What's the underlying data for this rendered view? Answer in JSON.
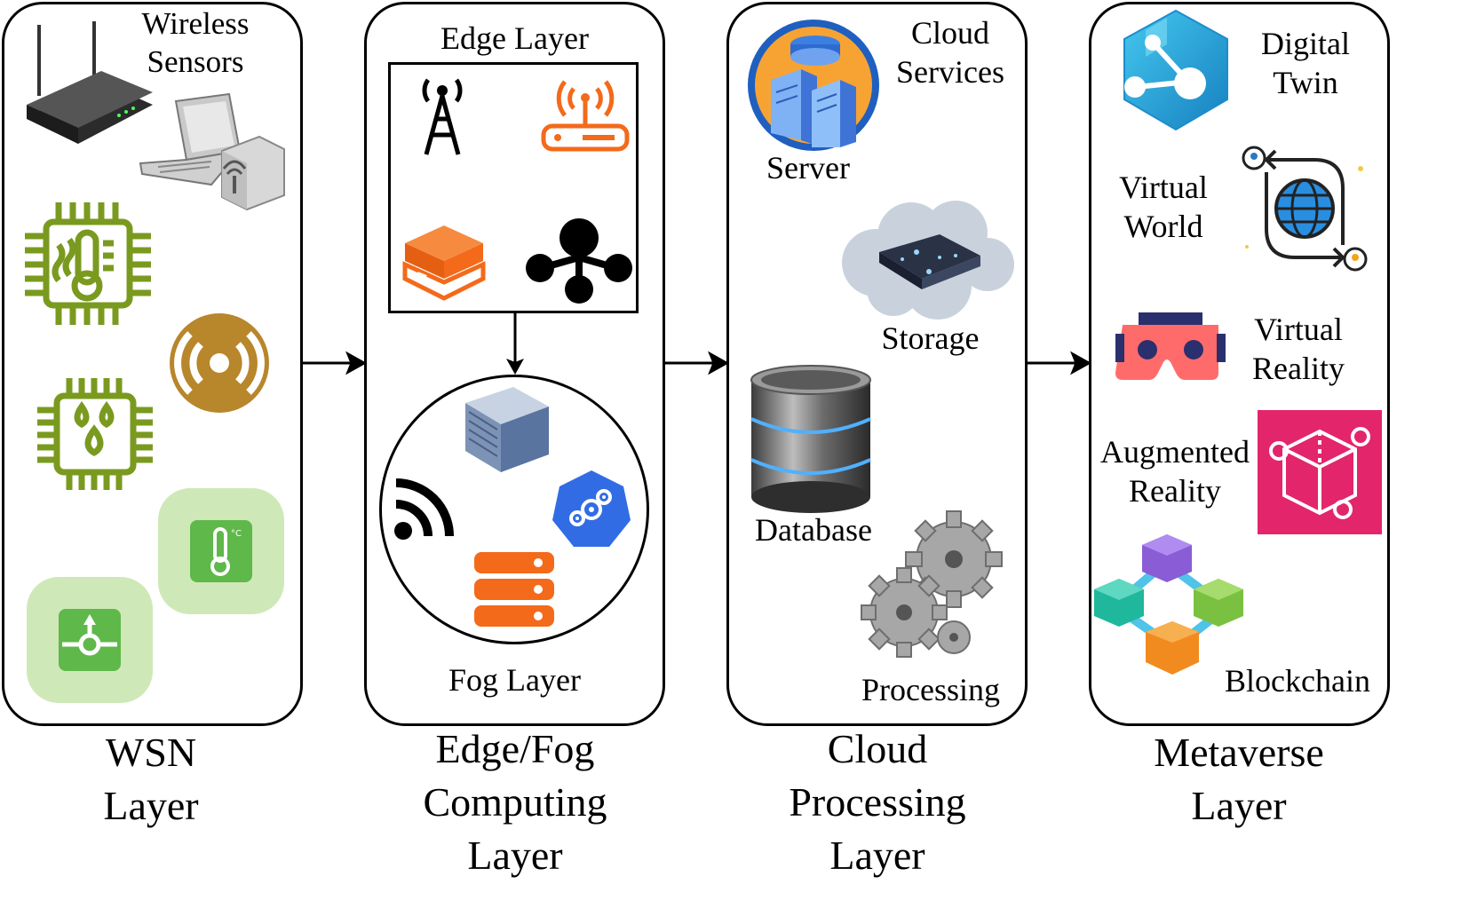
{
  "columns": {
    "wsn": {
      "wireless_sensors_line1": "Wireless",
      "wireless_sensors_line2": "Sensors",
      "caption_line1": "WSN",
      "caption_line2": "Layer"
    },
    "edge_fog": {
      "edge_layer": "Edge Layer",
      "fog_layer": "Fog Layer",
      "caption_line1": "Edge/Fog",
      "caption_line2": "Computing",
      "caption_line3": "Layer"
    },
    "cloud": {
      "cloud_services_line1": "Cloud",
      "cloud_services_line2": "Services",
      "server": "Server",
      "storage": "Storage",
      "database": "Database",
      "processing": "Processing",
      "caption_line1": "Cloud",
      "caption_line2": "Processing",
      "caption_line3": "Layer"
    },
    "metaverse": {
      "digital_twin_line1": "Digital",
      "digital_twin_line2": "Twin",
      "virtual_world_line1": "Virtual",
      "virtual_world_line2": "World",
      "virtual_reality_line1": "Virtual",
      "virtual_reality_line2": "Reality",
      "augmented_reality_line1": "Augmented",
      "augmented_reality_line2": "Reality",
      "blockchain": "Blockchain",
      "caption_line1": "Metaverse",
      "caption_line2": "Layer"
    }
  },
  "icons": [
    "router-icon",
    "laptop-icon",
    "wireless-access-point-icon",
    "temperature-chip-icon",
    "broadcast-icon",
    "humidity-chip-icon",
    "thermometer-tile-icon",
    "flow-sensor-tile-icon",
    "antenna-tower-icon",
    "wifi-router-icon",
    "storage-box-icon",
    "network-hub-icon",
    "server-rack-icon",
    "rss-feed-icon",
    "kubernetes-gear-icon",
    "server-stack-icon",
    "cloud-server-icon",
    "cloud-storage-icon",
    "database-icon",
    "gears-icon",
    "digital-twin-icon",
    "virtual-world-icon",
    "vr-headset-icon",
    "augmented-reality-icon",
    "blockchain-icon"
  ],
  "colors": {
    "sensor_green": "#7a9a1f",
    "tile_green": "#5fb84a",
    "tile_bg": "#cfe8b8",
    "broadcast_gold": "#b8862b",
    "orange": "#f36a1a",
    "k8s_blue": "#326ce5",
    "ar_pink": "#e3256b",
    "twin_cyan": "#2bb3de"
  }
}
